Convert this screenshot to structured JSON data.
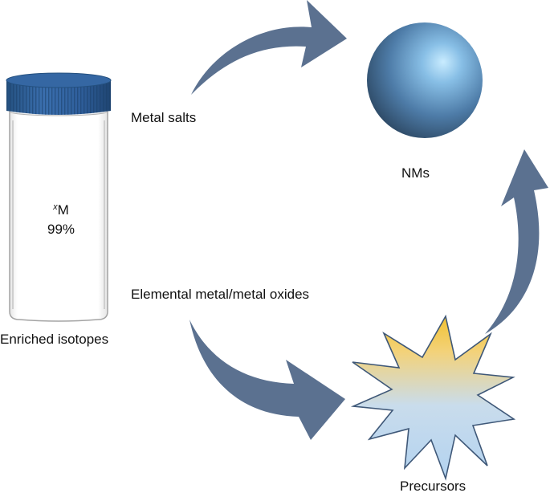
{
  "labels": {
    "metal_salts": "Metal salts",
    "elemental": "Elemental metal/metal oxides",
    "nms": "NMs",
    "precursors": "Precursors",
    "enriched": "Enriched isotopes"
  },
  "vial": {
    "isotope_superscript": "x",
    "element": "M",
    "purity": "99%"
  },
  "colors": {
    "arrow": "#5b7190",
    "vial_cap": "#2f5f9c",
    "sphere_highlight": "#c9ecff",
    "sphere_shadow": "#2e4a66",
    "star_top": "#f2c232",
    "star_bottom": "#b3d3f0"
  }
}
